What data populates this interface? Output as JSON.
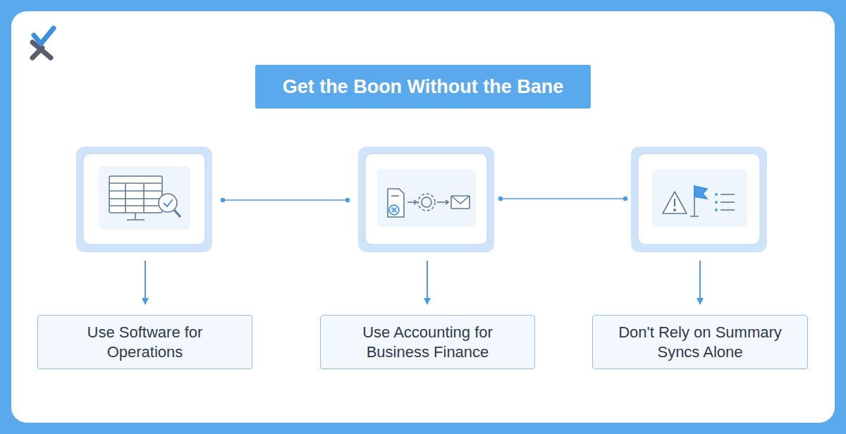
{
  "diagram": {
    "title": "Get the Boon Without the Bane",
    "nodes": [
      {
        "text": [
          "Use Software for Operations"
        ]
      },
      {
        "text": [
          "Use Accounting for Business Finance"
        ]
      },
      {
        "text": [
          "Don't Rely on Summary Syncs Alone"
        ]
      }
    ]
  }
}
